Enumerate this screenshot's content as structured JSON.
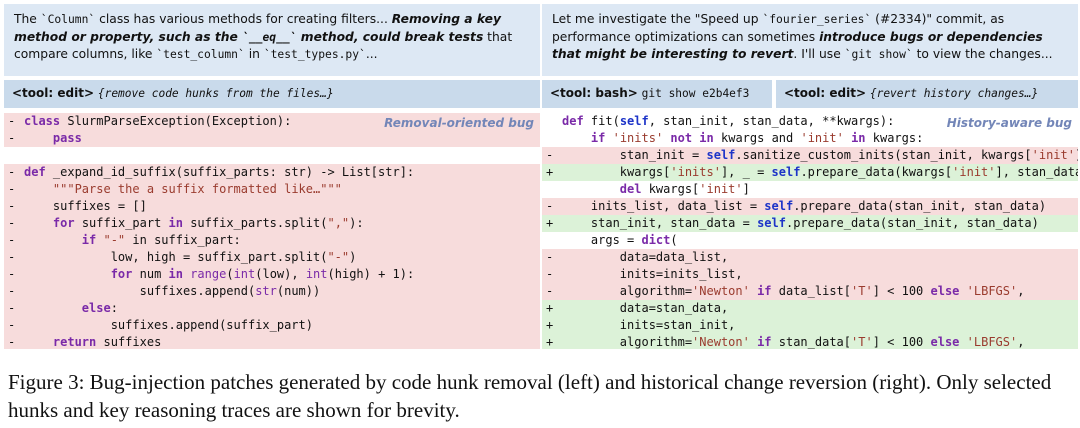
{
  "left": {
    "reasoning": {
      "p1": "The ",
      "c1": "`Column`",
      "p2": " class has various methods for creating filters... ",
      "b1": "Removing a key method or property, such as the ",
      "c2": "`__eq__`",
      "b2": " method, could break tests",
      "p3": " that compare columns, like ",
      "c3": "`test_column`",
      "p4": " in ",
      "c4": "`test_types.py`",
      "p5": "..."
    },
    "tool": {
      "name": "<tool: edit>",
      "arg": "{remove code hunks from the files…}"
    },
    "tag": "Removal-oriented bug",
    "lines": [
      {
        "type": "del",
        "mark": "-",
        "html": "<span class=\"kw\">class</span> SlurmParseException(Exception):"
      },
      {
        "type": "del",
        "mark": "-",
        "html": "    <span class=\"kw\">pass</span>"
      },
      {
        "type": "ctx",
        "mark": "",
        "html": ""
      },
      {
        "type": "del",
        "mark": "-",
        "html": "<span class=\"kw\">def</span> _expand_id_suffix(suffix_parts: str) -> List[str]:"
      },
      {
        "type": "del",
        "mark": "-",
        "html": "    <span class=\"str\">\"\"\"Parse the a suffix formatted like…\"\"\"</span>"
      },
      {
        "type": "del",
        "mark": "-",
        "html": "    suffixes = []"
      },
      {
        "type": "del",
        "mark": "-",
        "html": "    <span class=\"kw\">for</span> suffix_part <span class=\"kw\">in</span> suffix_parts.split(<span class=\"str\">\",\"</span>):"
      },
      {
        "type": "del",
        "mark": "-",
        "html": "        <span class=\"kw\">if</span> <span class=\"str\">\"-\"</span> in suffix_part:"
      },
      {
        "type": "del",
        "mark": "-",
        "html": "            low, high = suffix_part.split(<span class=\"str\">\"-\"</span>)"
      },
      {
        "type": "del",
        "mark": "-",
        "html": "            <span class=\"kw\">for</span> num <span class=\"kw\">in</span> <span class=\"bi\">range</span>(<span class=\"bi\">int</span>(low), <span class=\"bi\">int</span>(high) + 1):"
      },
      {
        "type": "del",
        "mark": "-",
        "html": "                suffixes.append(<span class=\"bi\">str</span>(num))"
      },
      {
        "type": "del",
        "mark": "-",
        "html": "        <span class=\"kw\">else</span>:"
      },
      {
        "type": "del",
        "mark": "-",
        "html": "            suffixes.append(suffix_part)"
      },
      {
        "type": "del",
        "mark": "-",
        "html": "    <span class=\"kw\">return</span> suffixes"
      }
    ]
  },
  "right": {
    "reasoning": {
      "p1": "Let me investigate the \"Speed up ",
      "c1": "`fourier_series`",
      "p2": " (#2334)\" commit, as performance optimizations can sometimes ",
      "b1": "introduce bugs or dependencies that might be interesting to revert",
      "p3": ". I'll use ",
      "c2": "`git show`",
      "p4": " to view the changes..."
    },
    "tool1": {
      "name": "<tool: bash>",
      "arg": "git show e2b4ef3"
    },
    "tool2": {
      "name": "<tool: edit>",
      "arg": "{revert history changes…}"
    },
    "tag": "History-aware bug",
    "lines": [
      {
        "type": "ctx",
        "mark": "",
        "html": "<span class=\"kw\">def</span> fit(<span class=\"self\">self</span>, stan_init, stan_data, **kwargs):"
      },
      {
        "type": "ctx",
        "mark": "",
        "html": "    <span class=\"kw\">if</span> <span class=\"str\">'inits'</span> <span class=\"kw\">not in</span> kwargs and <span class=\"str\">'init'</span> <span class=\"kw\">in</span> kwargs:"
      },
      {
        "type": "del",
        "mark": "-",
        "html": "        stan_init = <span class=\"self\">self</span>.sanitize_custom_inits(stan_init, kwargs[<span class=\"str\">'init'</span>])"
      },
      {
        "type": "add",
        "mark": "+",
        "html": "        kwargs[<span class=\"str\">'inits'</span>], _ = <span class=\"self\">self</span>.prepare_data(kwargs[<span class=\"str\">'init'</span>], stan_data)"
      },
      {
        "type": "ctx",
        "mark": "",
        "html": "        <span class=\"kw\">del</span> kwargs[<span class=\"str\">'init'</span>]"
      },
      {
        "type": "del",
        "mark": "-",
        "html": "    inits_list, data_list = <span class=\"self\">self</span>.prepare_data(stan_init, stan_data)"
      },
      {
        "type": "add",
        "mark": "+",
        "html": "    stan_init, stan_data = <span class=\"self\">self</span>.prepare_data(stan_init, stan_data)"
      },
      {
        "type": "ctx",
        "mark": "",
        "html": "    args = <span class=\"kw\">dict</span>("
      },
      {
        "type": "del",
        "mark": "-",
        "html": "        data=data_list,"
      },
      {
        "type": "del",
        "mark": "-",
        "html": "        inits=inits_list,"
      },
      {
        "type": "del",
        "mark": "-",
        "html": "        algorithm=<span class=\"str\">'Newton'</span> <span class=\"kw\">if</span> data_list[<span class=\"str\">'T'</span>] < 100 <span class=\"kw\">else</span> <span class=\"str\">'LBFGS'</span>,"
      },
      {
        "type": "add",
        "mark": "+",
        "html": "        data=stan_data,"
      },
      {
        "type": "add",
        "mark": "+",
        "html": "        inits=stan_init,"
      },
      {
        "type": "add",
        "mark": "+",
        "html": "        algorithm=<span class=\"str\">'Newton'</span> <span class=\"kw\">if</span> stan_data[<span class=\"str\">'T'</span>] < 100 <span class=\"kw\">else</span> <span class=\"str\">'LBFGS'</span>,"
      }
    ]
  },
  "caption": "Figure 3: Bug-injection patches generated by code hunk removal (left) and historical change reversion (right). Only selected hunks and key reasoning traces are shown for brevity."
}
